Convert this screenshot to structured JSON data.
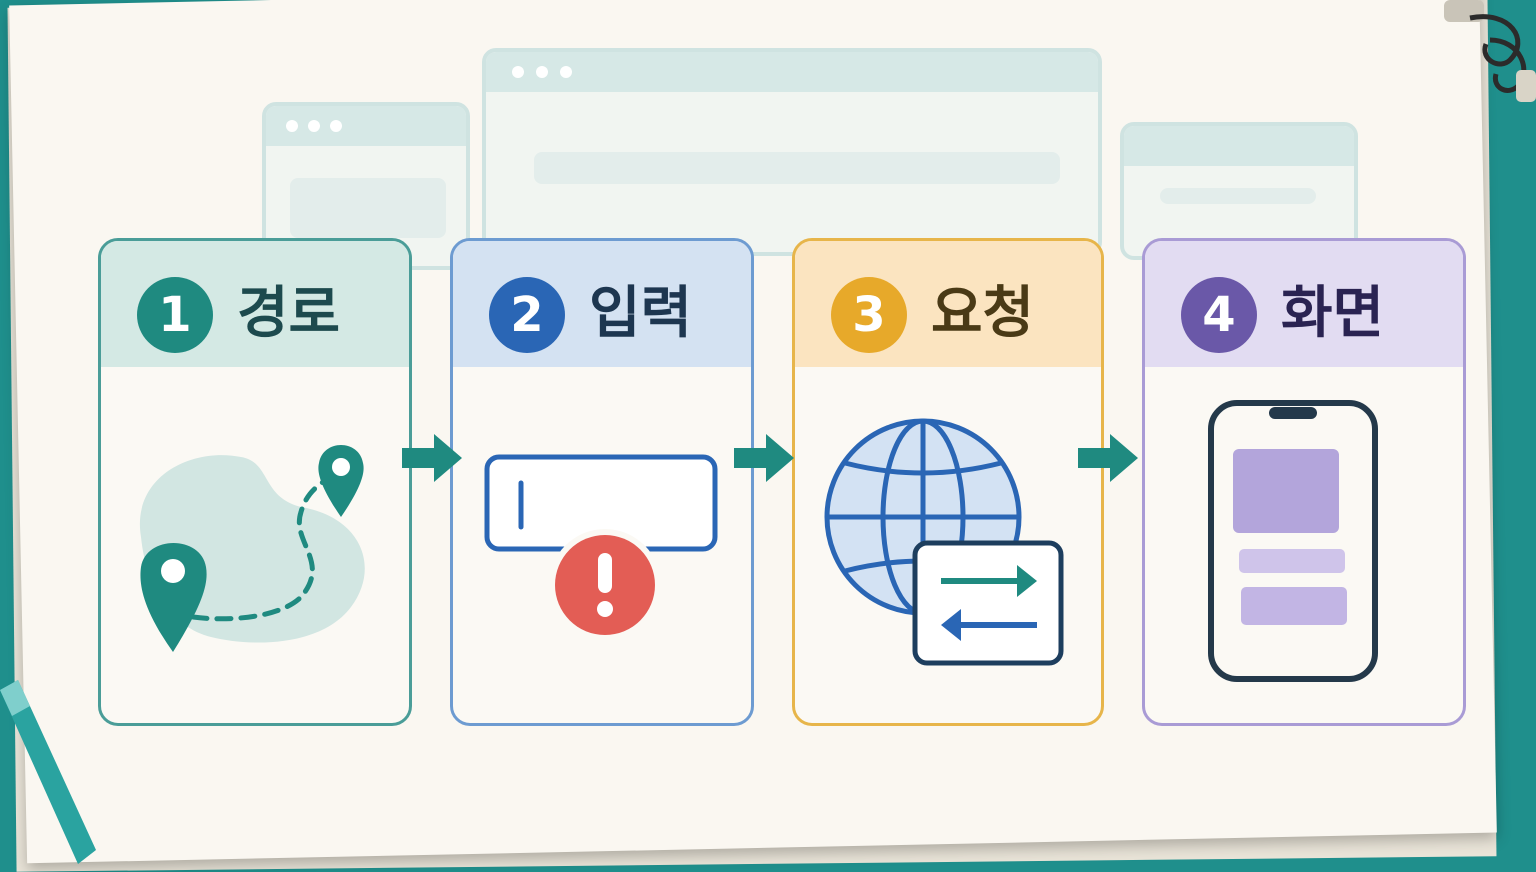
{
  "steps": [
    {
      "number": "1",
      "label": "경로",
      "icon": "route-map-icon",
      "color": "#1f8a80"
    },
    {
      "number": "2",
      "label": "입력",
      "icon": "input-error-icon",
      "color": "#2a66b5"
    },
    {
      "number": "3",
      "label": "요청",
      "icon": "globe-exchange-icon",
      "color": "#e7a92a"
    },
    {
      "number": "4",
      "label": "화면",
      "icon": "mobile-screen-icon",
      "color": "#6a58a8"
    }
  ],
  "arrow_color": "#1f8a80"
}
